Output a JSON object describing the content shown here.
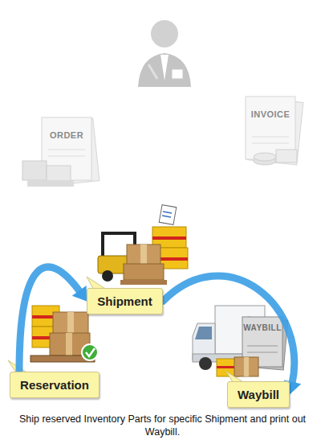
{
  "diagram": {
    "caption": "Ship reserved Inventory Parts for specific Shipment and print out Waybill.",
    "nodes": [
      {
        "text": [
          "Reservation"
        ]
      },
      {
        "text": [
          "Shipment"
        ]
      },
      {
        "text": [
          "Waybill"
        ]
      }
    ],
    "edges": [
      {
        "from": 0,
        "to": 1,
        "arrow": "to"
      },
      {
        "from": 1,
        "to": 2,
        "arrow": "to"
      }
    ],
    "labels": [
      "ORDER",
      "INVOICE",
      "WAYBILL"
    ]
  }
}
